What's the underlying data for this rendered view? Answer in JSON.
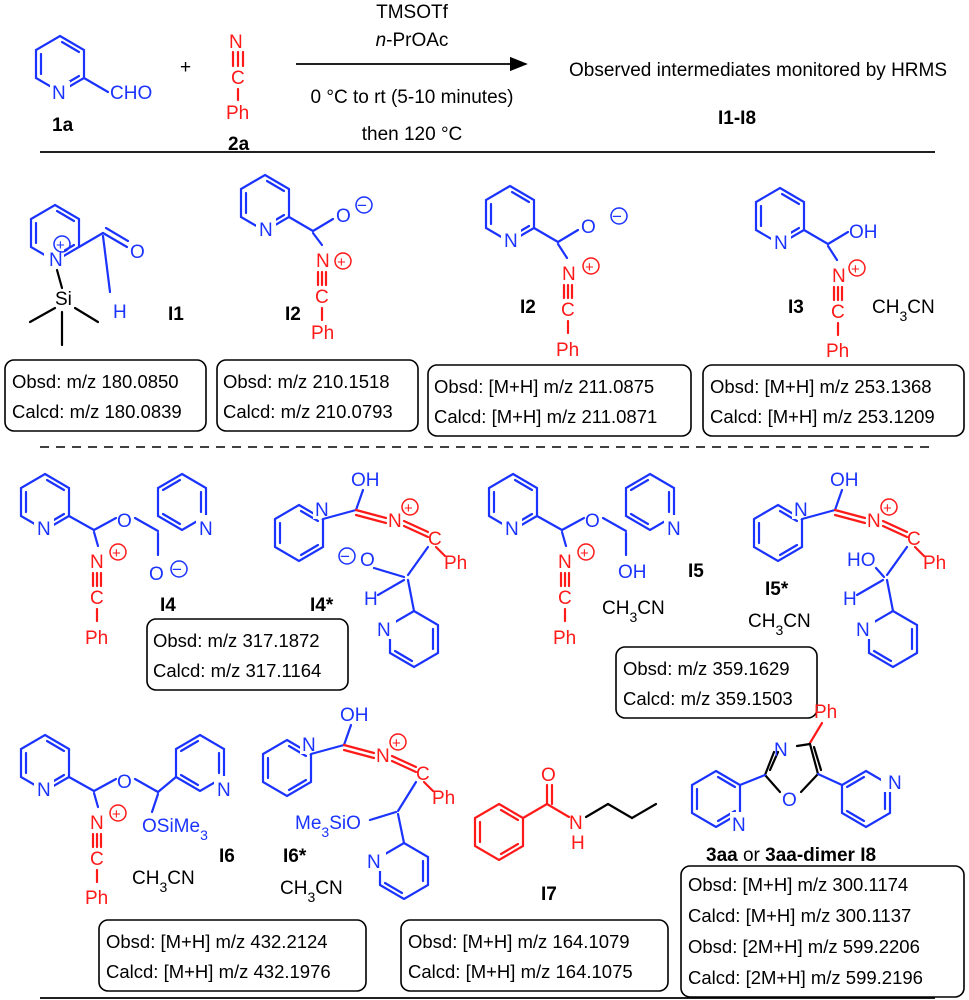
{
  "header": {
    "reactant1_label": "1a",
    "reactant1_group": "CHO",
    "reactant2_label": "2a",
    "plus": "+",
    "ph": "Ph",
    "n": "N",
    "c": "C",
    "reagent1": "TMSOTf",
    "reagent2_prefix": "n",
    "reagent2_suffix": "-PrOAc",
    "cond1": "0 °C to rt (5-10 minutes)",
    "cond2": "then 120 °C",
    "result_title": "Observed intermediates monitored by HRMS",
    "result_range": "I1-I8"
  },
  "atoms": {
    "N": "N",
    "O": "O",
    "C": "C",
    "H": "H",
    "Si": "Si",
    "Ph": "Ph",
    "OH": "OH",
    "HO": "HO",
    "OSiMe3": "OSiMe3",
    "Me3SiO": "Me3SiO",
    "CH3CN": "CH3CN",
    "plus": "+",
    "minus": "−"
  },
  "labels": {
    "I1": "I1",
    "I2": "I2",
    "I3": "I3",
    "I4": "I4",
    "I4s": "I4*",
    "I5": "I5",
    "I5s": "I5*",
    "I6": "I6",
    "I6s": "I6*",
    "I7": "I7",
    "I8_a": "3aa",
    "I8_or": " or ",
    "I8_b": "3aa-dimer I8"
  },
  "boxes": {
    "b1": [
      "Obsd: m/z 180.0850",
      "Calcd: m/z 180.0839"
    ],
    "b2": [
      "Obsd: m/z 210.1518",
      "Calcd: m/z 210.0793"
    ],
    "b3": [
      "Obsd: [M+H] m/z 211.0875",
      "Calcd: [M+H] m/z 211.0871"
    ],
    "b4": [
      "Obsd: [M+H] m/z 253.1368",
      "Calcd: [M+H] m/z 253.1209"
    ],
    "b5": [
      "Obsd: m/z 317.1872",
      "Calcd: m/z 317.1164"
    ],
    "b6": [
      "Obsd: m/z 359.1629",
      "Calcd: m/z 359.1503"
    ],
    "b7": [
      "Obsd: [M+H] m/z 432.2124",
      "Calcd: [M+H] m/z 432.1976"
    ],
    "b8": [
      "Obsd: [M+H] m/z 164.1079",
      "Calcd: [M+H] m/z 164.1075"
    ],
    "b9": [
      "Obsd: [M+H] m/z 300.1174",
      "Calcd: [M+H] m/z 300.1137",
      "Obsd: [2M+H] m/z 599.2206",
      "Calcd: [2M+H] m/z 599.2196"
    ]
  }
}
